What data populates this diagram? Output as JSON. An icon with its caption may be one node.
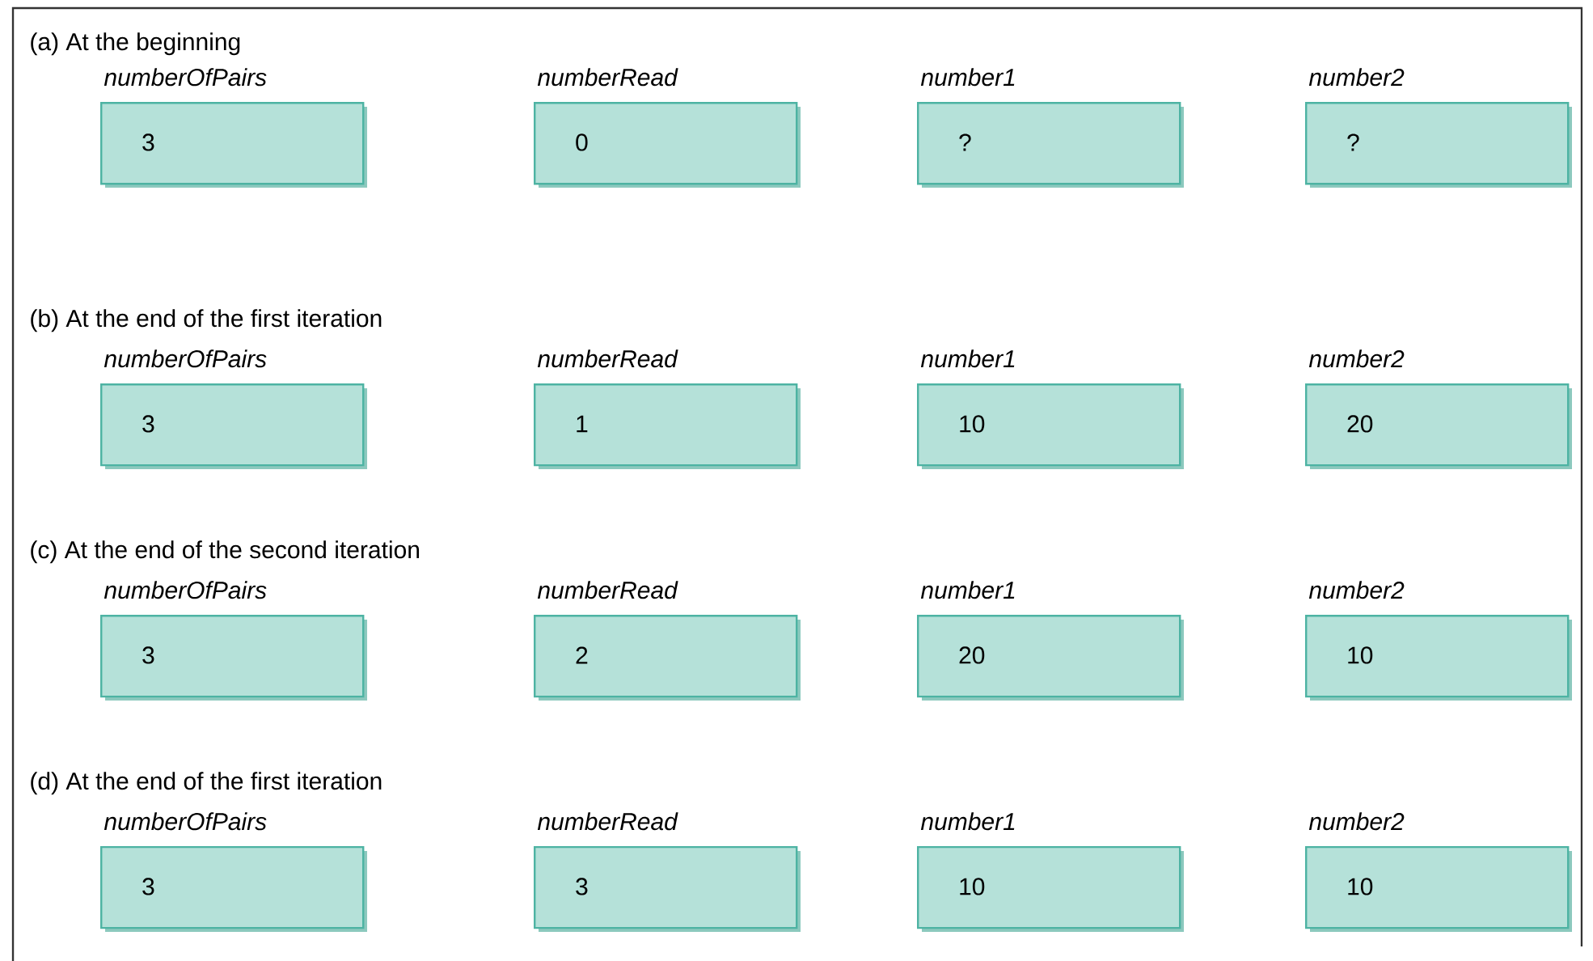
{
  "diagram": {
    "nodes": [
      {
        "text": [
          "numberOfPairs",
          "3"
        ]
      },
      {
        "text": [
          "numberRead",
          "0"
        ]
      },
      {
        "text": [
          "number1",
          "?"
        ]
      },
      {
        "text": [
          "number2",
          "?"
        ]
      },
      {
        "text": [
          "numberOfPairs",
          "3"
        ]
      },
      {
        "text": [
          "numberRead",
          "1"
        ]
      },
      {
        "text": [
          "number1",
          "10"
        ]
      },
      {
        "text": [
          "number2",
          "20"
        ]
      },
      {
        "text": [
          "numberOfPairs",
          "3"
        ]
      },
      {
        "text": [
          "numberRead",
          "2"
        ]
      },
      {
        "text": [
          "number1",
          "20"
        ]
      },
      {
        "text": [
          "number2",
          "10"
        ]
      },
      {
        "text": [
          "numberOfPairs",
          "3"
        ]
      },
      {
        "text": [
          "numberRead",
          "3"
        ]
      },
      {
        "text": [
          "number1",
          "10"
        ]
      },
      {
        "text": [
          "number2",
          "10"
        ]
      }
    ],
    "labels": [
      "(a) At the beginning",
      "(b) At the end of the first iteration",
      "(c) At the end of the second iteration",
      "(d) At the end of the first iteration"
    ]
  }
}
